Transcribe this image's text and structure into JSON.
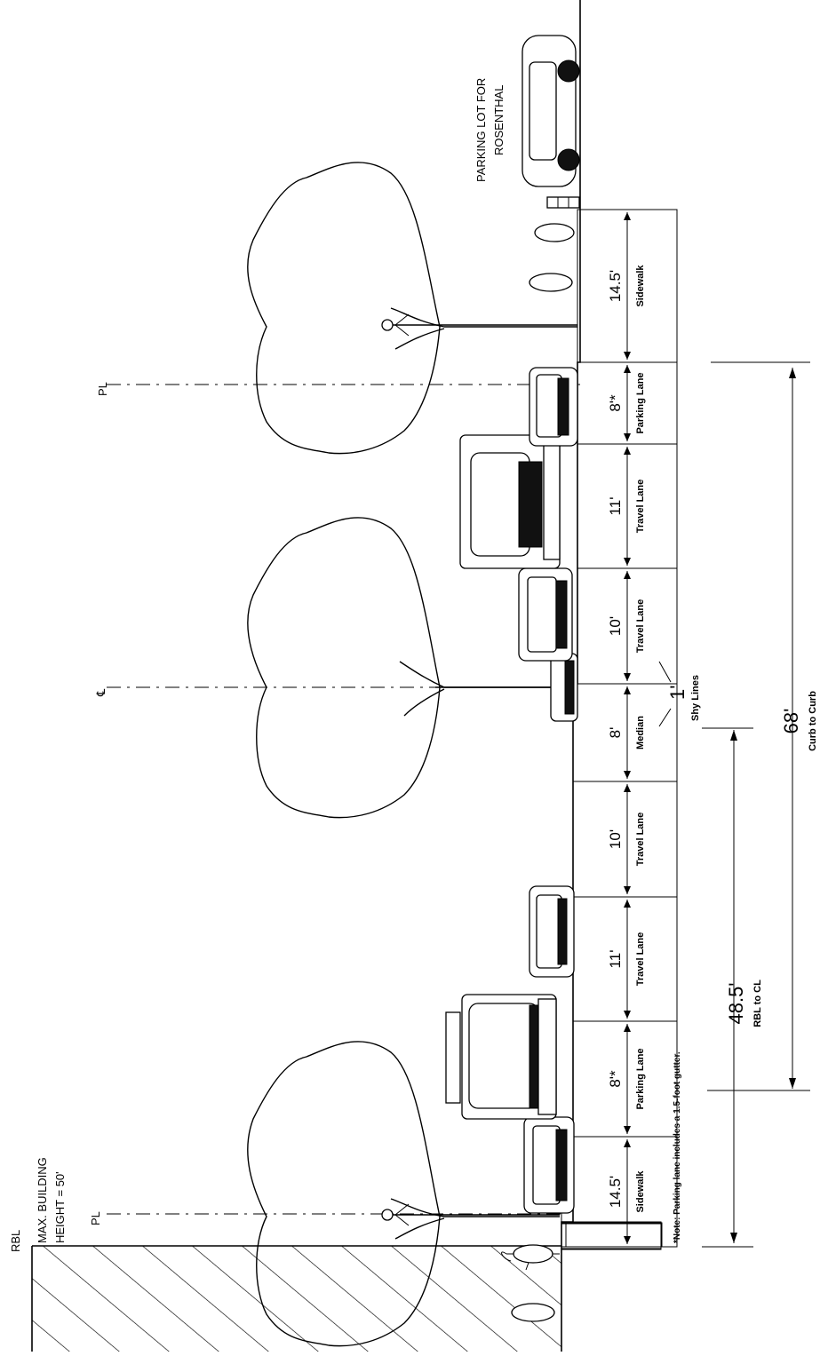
{
  "labels": {
    "rbl": "RBL",
    "max_building_1": "MAX. BUILDING",
    "max_building_2": "HEIGHT = 50'",
    "pl": "PL",
    "centerline": "℄",
    "parking_lot_1": "PARKING LOT FOR",
    "parking_lot_2": "ROSENTHAL"
  },
  "segments": [
    {
      "dim": "14.5'",
      "name": "Sidewalk"
    },
    {
      "dim": "8'*",
      "name": "Parking Lane"
    },
    {
      "dim": "11'",
      "name": "Travel Lane"
    },
    {
      "dim": "10'",
      "name": "Travel Lane"
    },
    {
      "dim": "8'",
      "name": "Median"
    },
    {
      "dim": "10'",
      "name": "Travel Lane"
    },
    {
      "dim": "11'",
      "name": "Travel Lane"
    },
    {
      "dim": "8'*",
      "name": "Parking Lane"
    },
    {
      "dim": "14.5'",
      "name": "Sidewalk"
    }
  ],
  "shy_lines": {
    "dim": "1'",
    "name": "Shy Lines"
  },
  "totals": {
    "rbl_to_cl": {
      "dim": "48.5'",
      "name": "RBL to CL"
    },
    "curb_to_curb": {
      "dim": "68'",
      "name": "Curb to Curb"
    }
  },
  "note": "*Note: Parking lane includes a 1.5-foot gutter."
}
